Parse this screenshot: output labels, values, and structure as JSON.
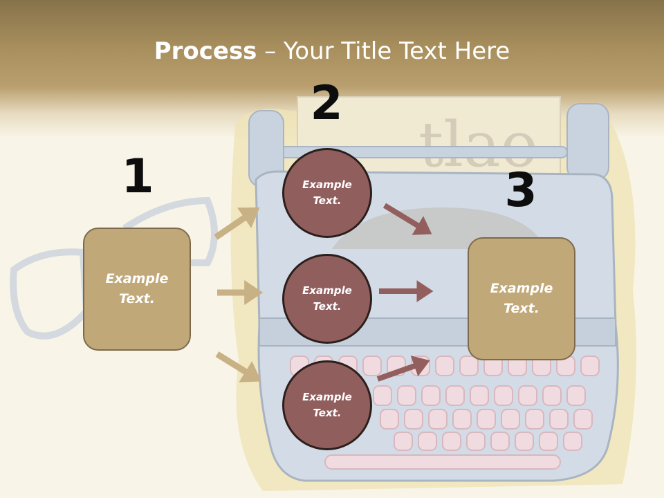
{
  "slide": {
    "title_bold": "Process",
    "title_rest": " – Your Title Text Here"
  },
  "steps": [
    {
      "number": "1",
      "text": "Example Text."
    },
    {
      "number": "2",
      "text": "Example Text."
    },
    {
      "number": "3",
      "text": "Example Text."
    }
  ],
  "circles": [
    {
      "text": "Example Text."
    },
    {
      "text": "Example Text."
    },
    {
      "text": "Example Text."
    }
  ],
  "colors": {
    "tan_box": "#c1a878",
    "circle": "#915e5e",
    "arrow_tan": "#c8b184",
    "arrow_mauve": "#935e5e"
  }
}
